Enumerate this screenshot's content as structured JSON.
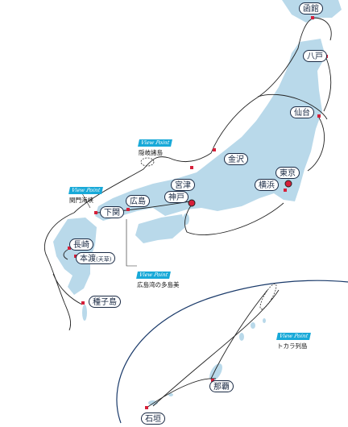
{
  "ports": {
    "hakodate": "函館",
    "hachinohe": "八戸",
    "sendai": "仙台",
    "tokyo": "東京",
    "yokohama": "横浜",
    "kanazawa": "金沢",
    "miyazu": "宮津",
    "kobe": "神戸",
    "hiroshima": "広島",
    "shimonoseki": "下関",
    "nagasaki": "長崎",
    "hondo": "本渡",
    "hondo_note": "(天草)",
    "tanegashima": "種子島",
    "naha": "那覇",
    "ishigaki": "石垣"
  },
  "view_points": {
    "tag": "View Point",
    "oki": "隠岐諸島",
    "kanmon": "関門海峡",
    "hiroshima_bay": "広島湾の多島美",
    "tokara": "トカラ列島"
  },
  "colors": {
    "land": "#b9d9ea",
    "route": "#222222",
    "sea_arc": "#1a3a6a",
    "port_dot": "#d6203a",
    "accent": "#18a9d8"
  }
}
